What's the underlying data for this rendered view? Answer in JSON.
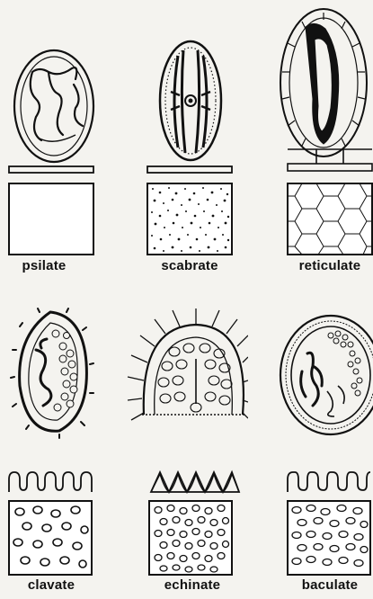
{
  "figure": {
    "types": [
      {
        "key": "psilate",
        "label": "psilate"
      },
      {
        "key": "scabrate",
        "label": "scabrate"
      },
      {
        "key": "reticulate",
        "label": "reticulate"
      },
      {
        "key": "clavate",
        "label": "clavate"
      },
      {
        "key": "echinate",
        "label": "echinate"
      },
      {
        "key": "baculate",
        "label": "baculate"
      }
    ]
  }
}
